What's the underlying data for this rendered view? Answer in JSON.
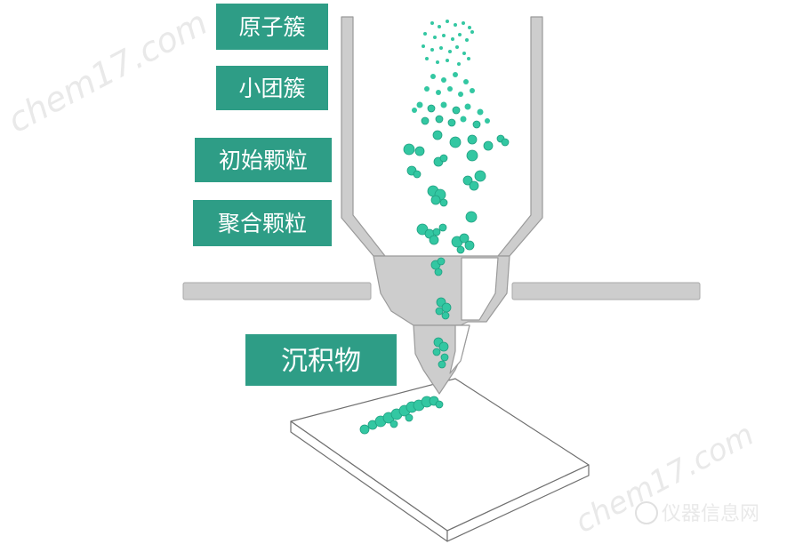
{
  "colors": {
    "label_bg": "#2e9d86",
    "label_text": "#ffffff",
    "particle": "#33c7a2",
    "particle_edge": "#1f9f80",
    "equipment_fill": "#cdcdcd",
    "equipment_stroke": "#9a9a9a",
    "substrate_stroke": "#707070"
  },
  "labels": {
    "atom_cluster": "原子簇",
    "small_cluster": "小团簇",
    "primary_particle": "初始颗粒",
    "aggregate_particle": "聚合颗粒",
    "deposit": "沉积物"
  },
  "watermark": {
    "left": "chem17.com",
    "right": "chem17.com",
    "brand": "仪器信息网"
  }
}
